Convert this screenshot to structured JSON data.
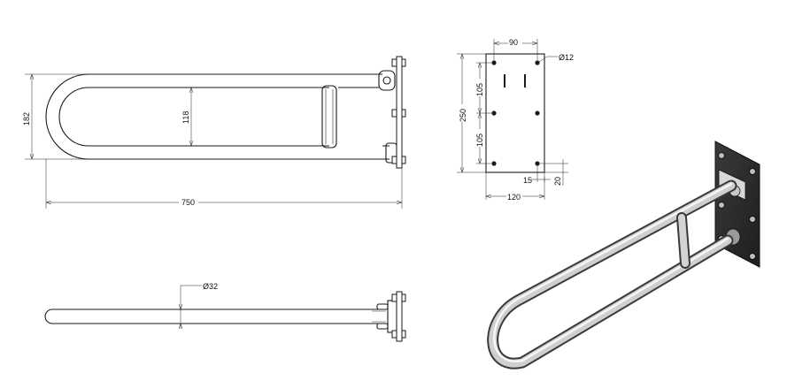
{
  "dimensions": {
    "front_height": "182",
    "inner_height": "118",
    "overall_length": "750",
    "plate_hole_spacing_x": "90",
    "hole_diameter": "Ø12",
    "plate_height": "250",
    "hole_spacing_upper": "105",
    "hole_spacing_lower": "105",
    "plate_width": "120",
    "edge_offset_x": "15",
    "edge_offset_y": "20",
    "tube_diameter": "Ø32"
  },
  "colors": {
    "line": "#1a1a1a",
    "steel_light": "#e6e6e6",
    "steel_dark": "#4a4a4a",
    "plate_dark": "#2b2b2b"
  }
}
